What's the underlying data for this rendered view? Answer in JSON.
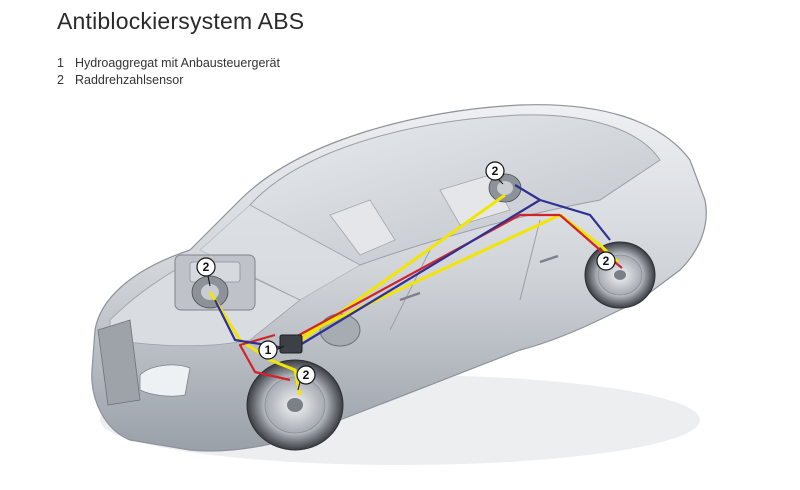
{
  "diagram": {
    "title": "Antiblockiersystem ABS",
    "legend": [
      {
        "number": "1",
        "label": "Hydroaggregat mit Anbausteuergerät"
      },
      {
        "number": "2",
        "label": "Raddrehzahlsensor"
      }
    ],
    "callouts": [
      {
        "id": "hydraulic-unit",
        "number": "1"
      },
      {
        "id": "sensor-front-left",
        "number": "2"
      },
      {
        "id": "sensor-front-right",
        "number": "2"
      },
      {
        "id": "sensor-rear-left",
        "number": "2"
      },
      {
        "id": "sensor-rear-right",
        "number": "2"
      }
    ],
    "colors": {
      "brake_line_red": "#d2232a",
      "brake_line_blue": "#2e3192",
      "sensor_wire_yellow": "#f2e600",
      "car_body": "#c9ccd1"
    }
  }
}
